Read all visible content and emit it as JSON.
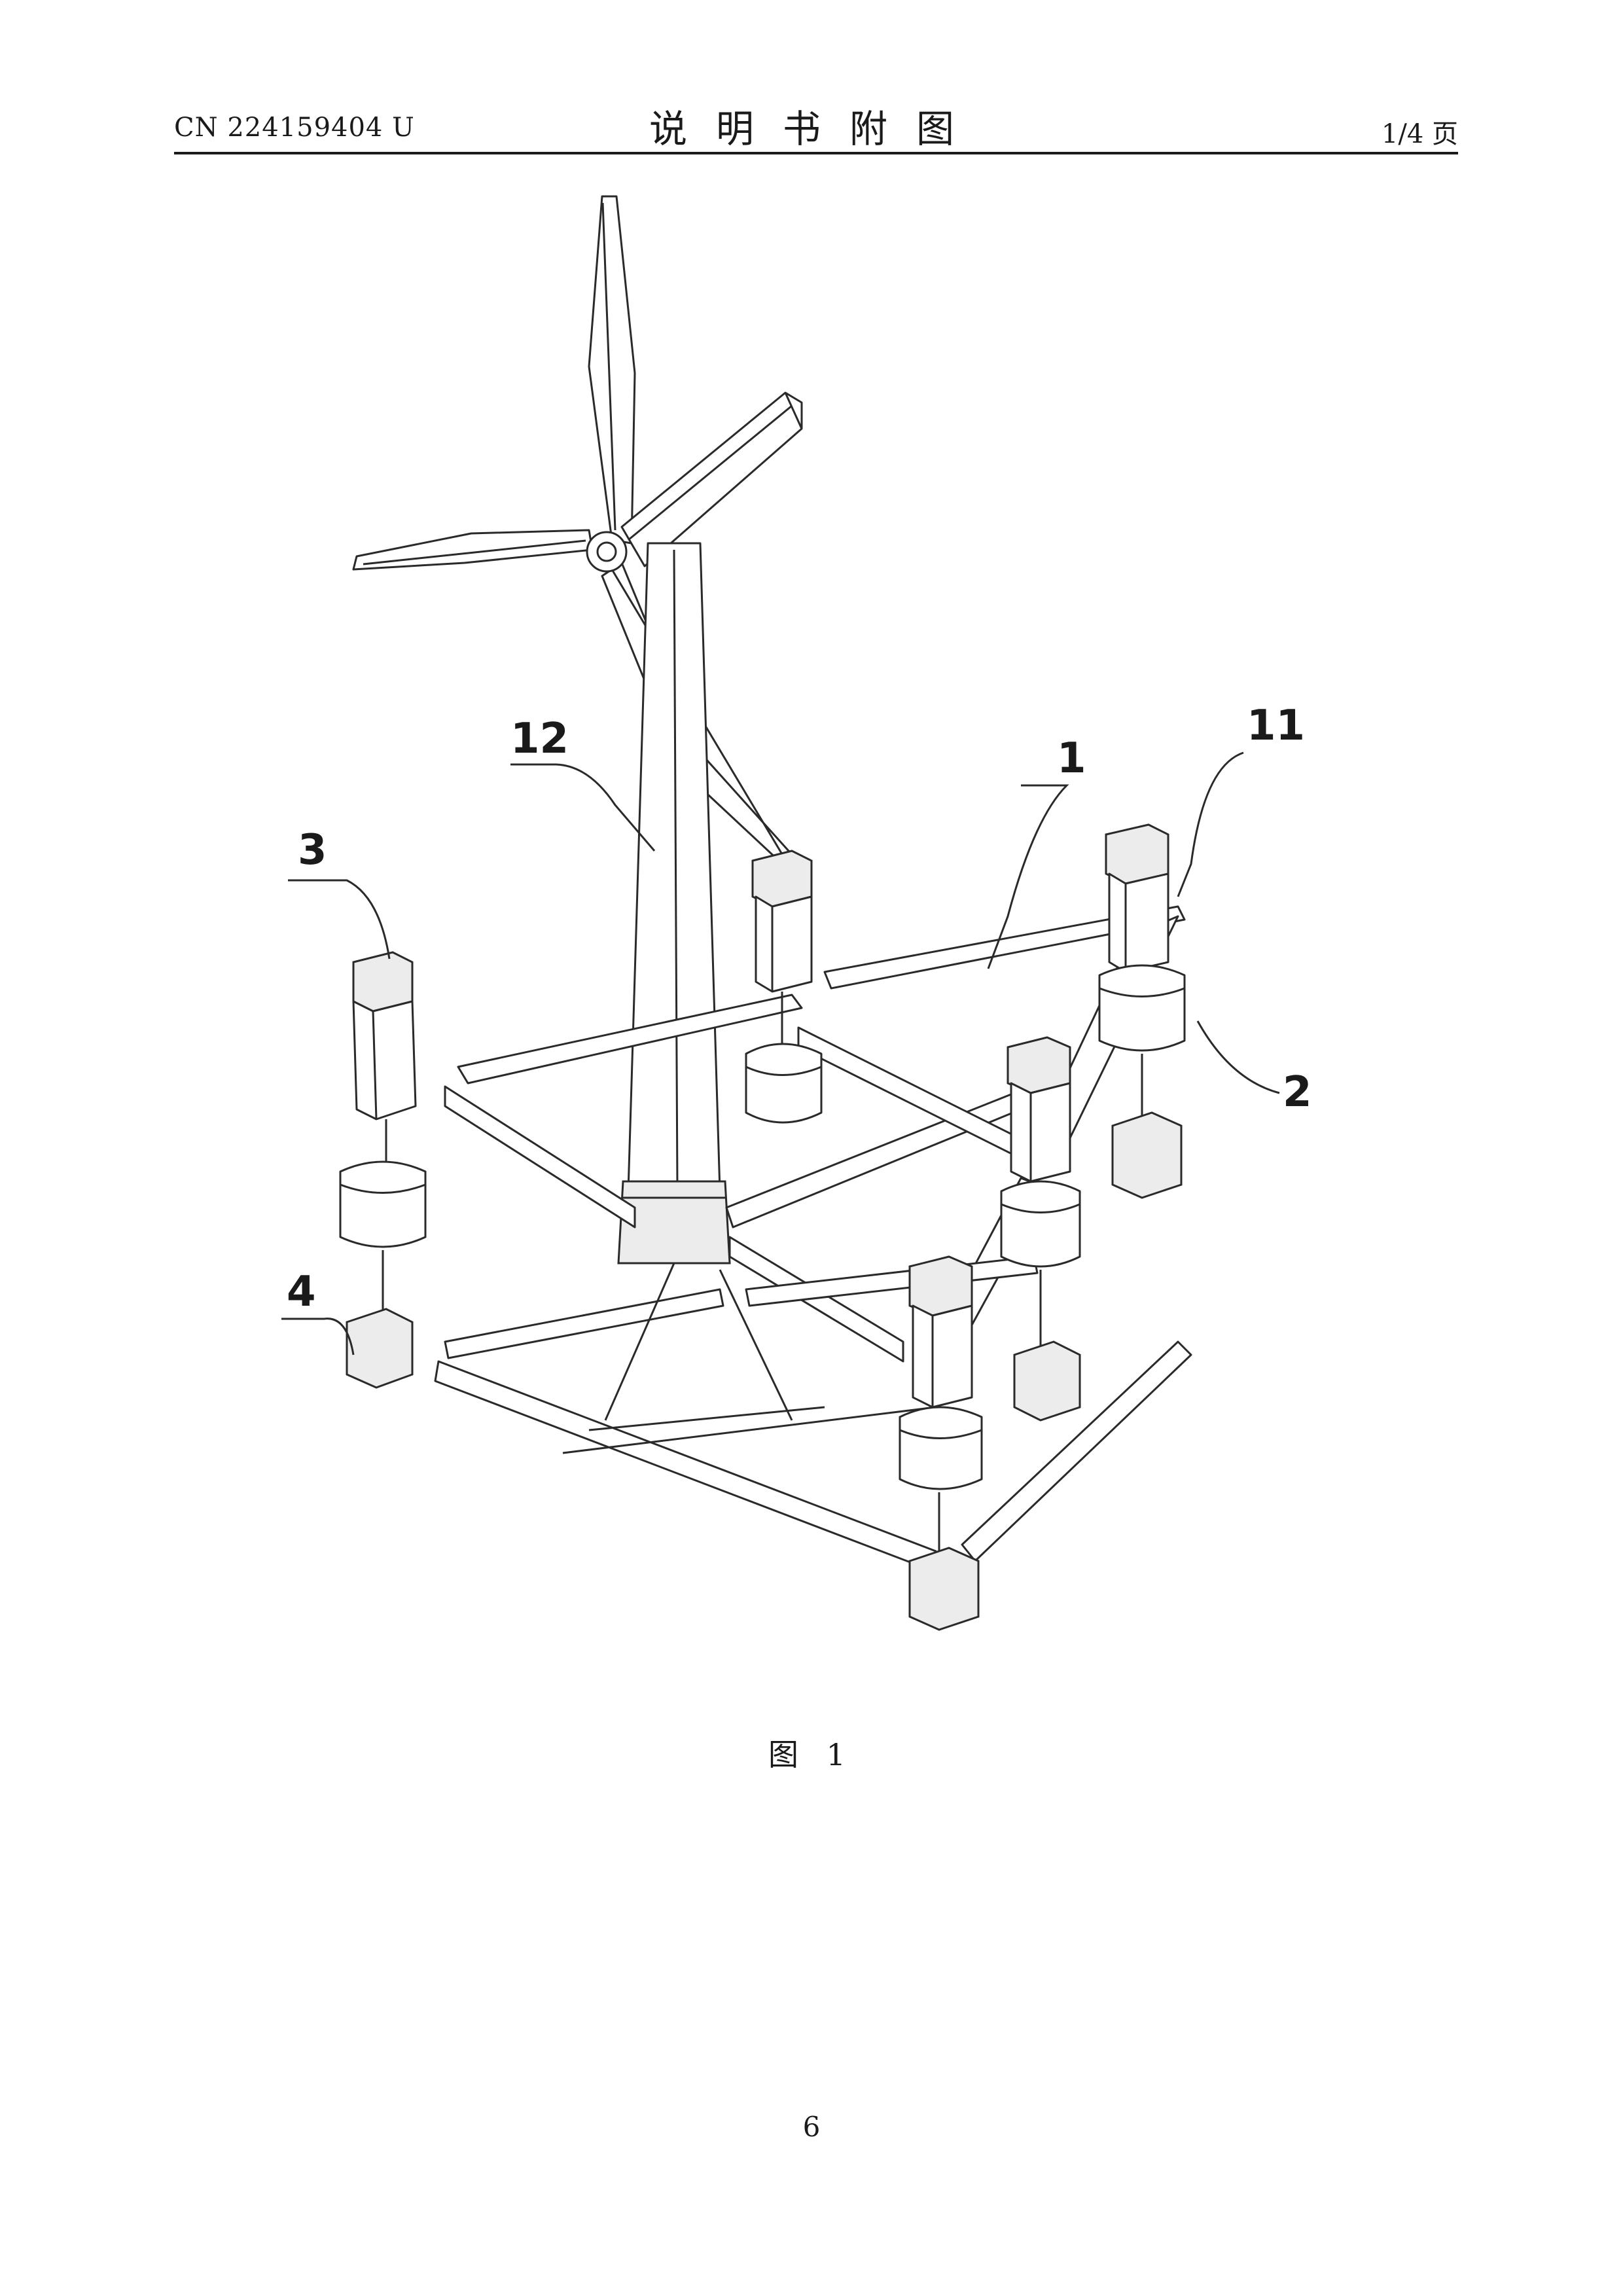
{
  "header": {
    "publication_number": "CN 224159404 U",
    "title": "说明书附图",
    "sheet": "1/4 页"
  },
  "figure": {
    "caption": "图 1",
    "reference_labels": {
      "tower": "12",
      "platform": "1",
      "buoyancy_column": "11",
      "upper_float": "3",
      "lower_float": "2",
      "bottom_float": "4"
    }
  },
  "footer": {
    "page_number": "6"
  }
}
